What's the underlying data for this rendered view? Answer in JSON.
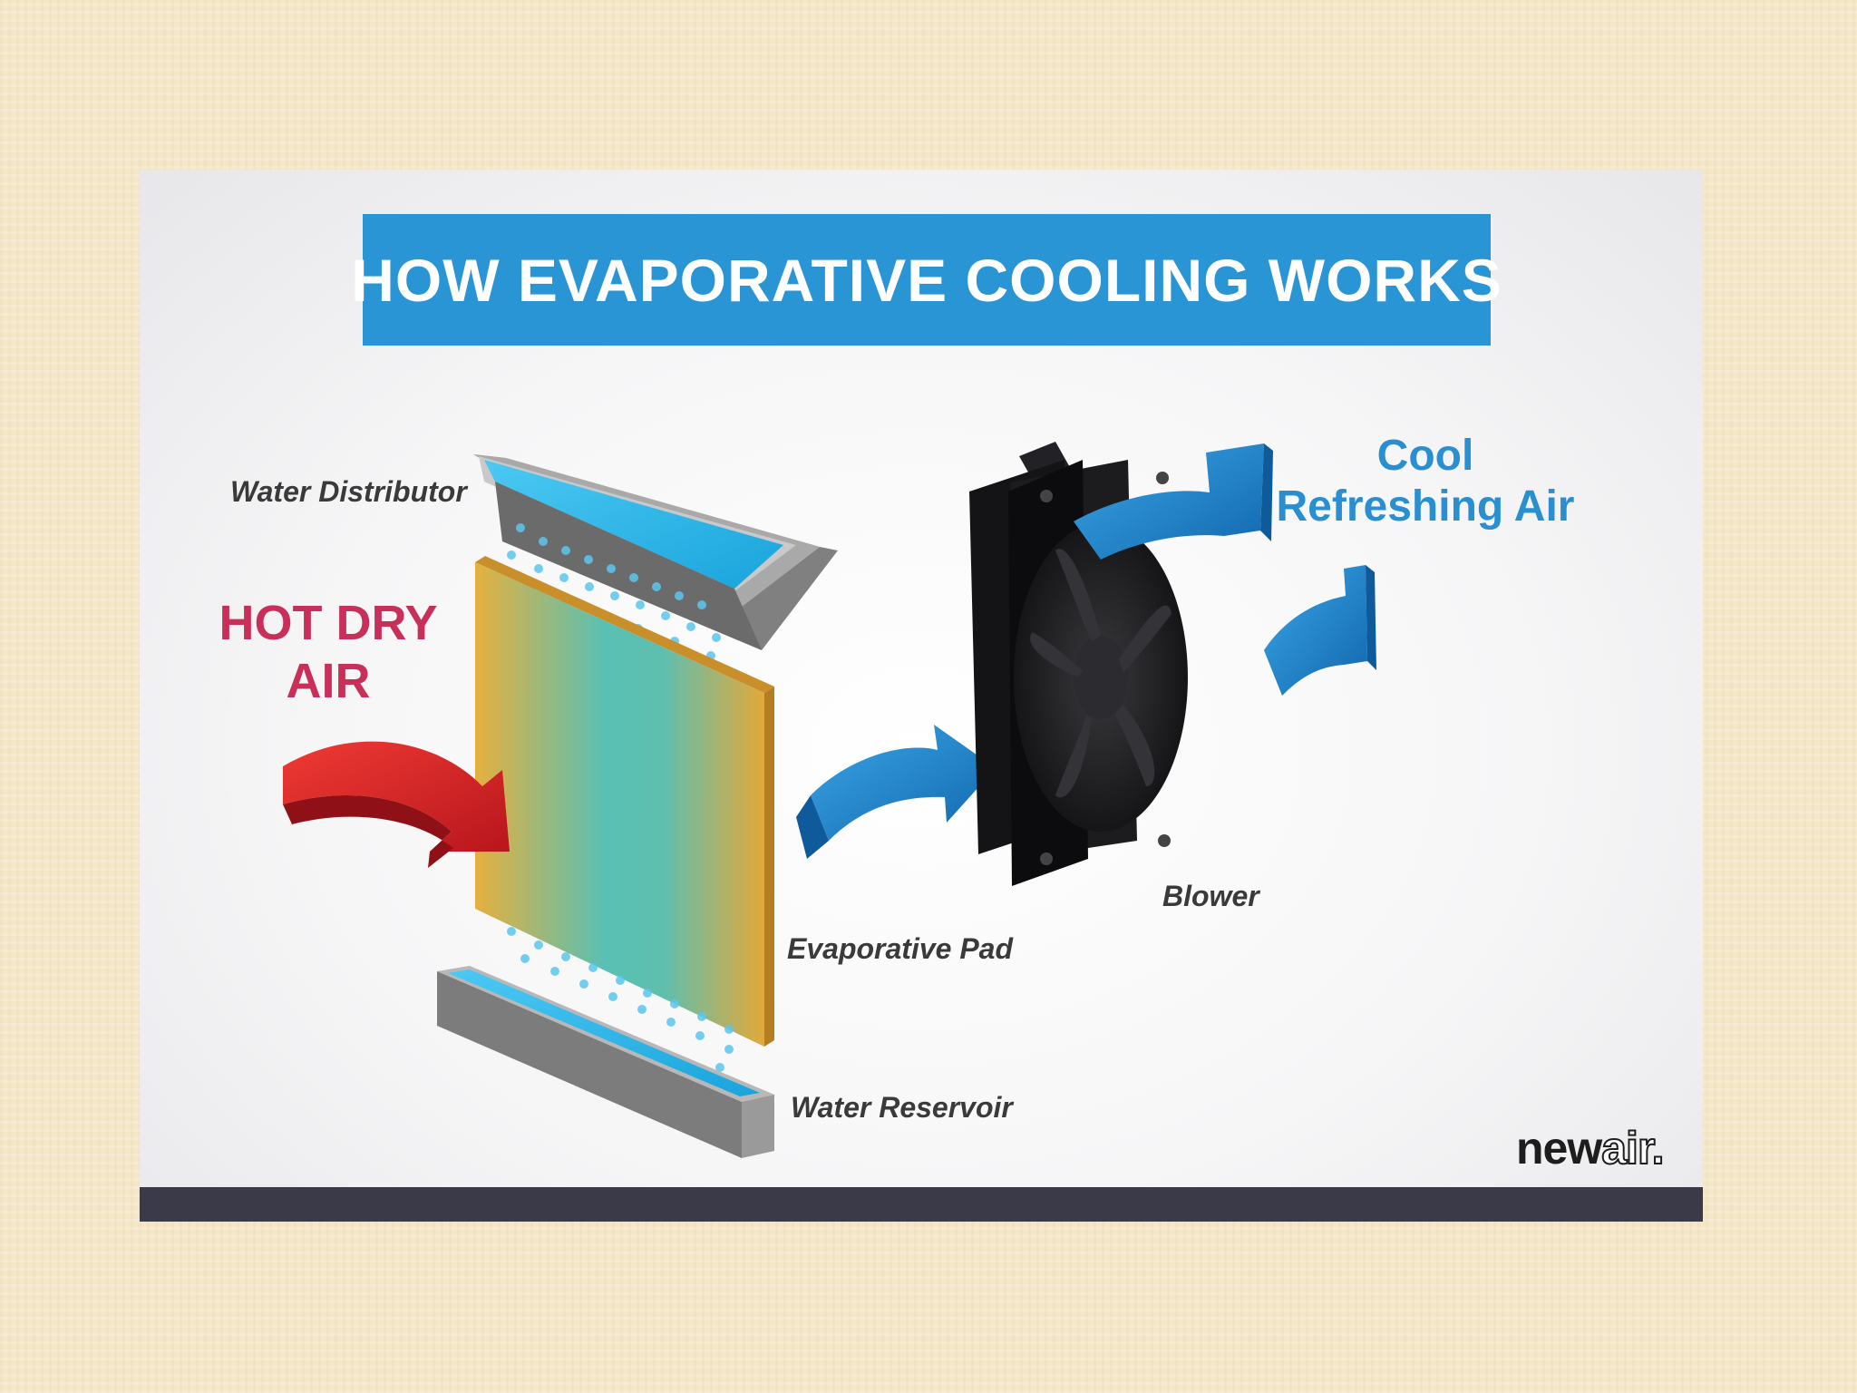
{
  "title": "HOW EVAPORATIVE COOLING WORKS",
  "labels": {
    "water_distributor": "Water Distributor",
    "hot_dry_air_line1": "HOT DRY",
    "hot_dry_air_line2": "AIR",
    "cool_air_line1": "Cool",
    "cool_air_line2": "Refreshing Air",
    "blower": "Blower",
    "evaporative_pad": "Evaporative Pad",
    "water_reservoir": "Water Reservoir"
  },
  "logo": {
    "part1": "new",
    "part2": "air."
  },
  "colors": {
    "banner": "#2a95d5",
    "hot_air": "#c8305a",
    "cool_air": "#2a8fd0",
    "pad": "#e2a93a",
    "water": "#2fb6ea",
    "arrow_hot": "#d8232a",
    "arrow_cool": "#1f7fc4"
  }
}
